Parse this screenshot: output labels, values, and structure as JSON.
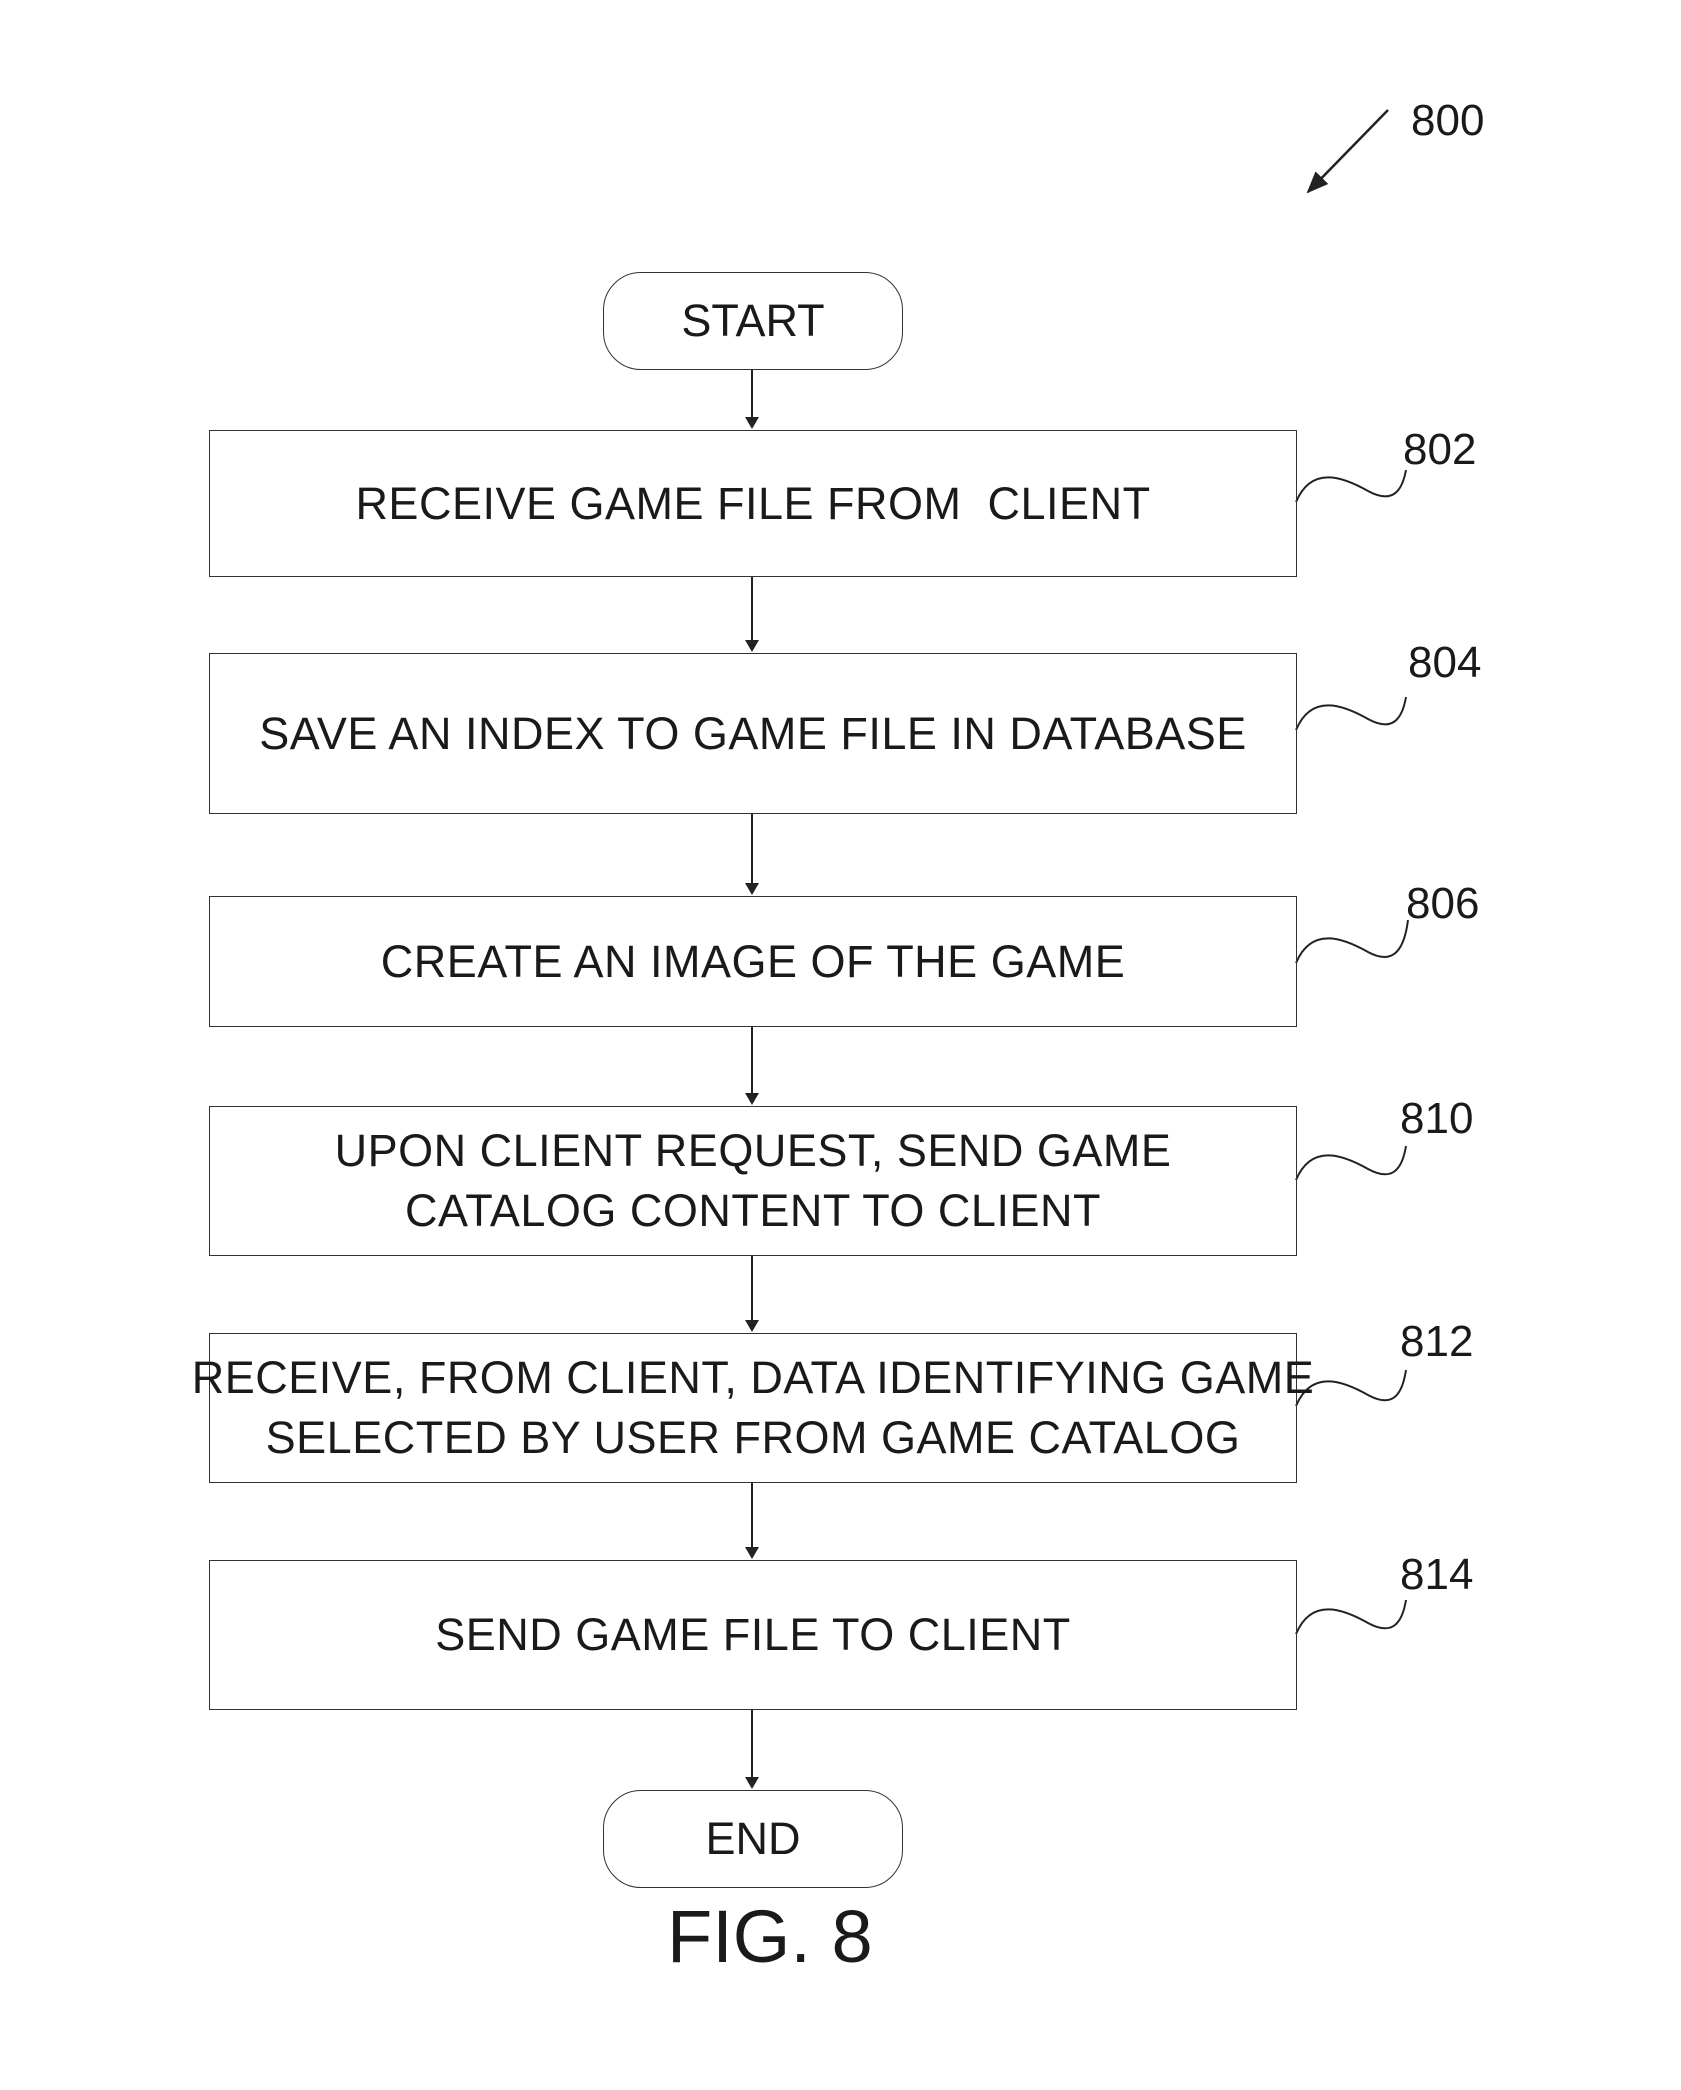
{
  "figure_ref": "800",
  "start_label": "START",
  "end_label": "END",
  "steps": [
    {
      "ref": "802",
      "text": "RECEIVE GAME FILE FROM  CLIENT"
    },
    {
      "ref": "804",
      "text": "SAVE AN INDEX TO GAME FILE IN DATABASE"
    },
    {
      "ref": "806",
      "text": "CREATE AN IMAGE OF THE GAME"
    },
    {
      "ref": "810",
      "text": "UPON CLIENT REQUEST, SEND GAME\nCATALOG CONTENT TO CLIENT"
    },
    {
      "ref": "812",
      "text": "RECEIVE, FROM CLIENT, DATA IDENTIFYING GAME\nSELECTED BY USER FROM GAME CATALOG"
    },
    {
      "ref": "814",
      "text": "SEND GAME FILE TO CLIENT"
    }
  ],
  "caption": "FIG. 8"
}
